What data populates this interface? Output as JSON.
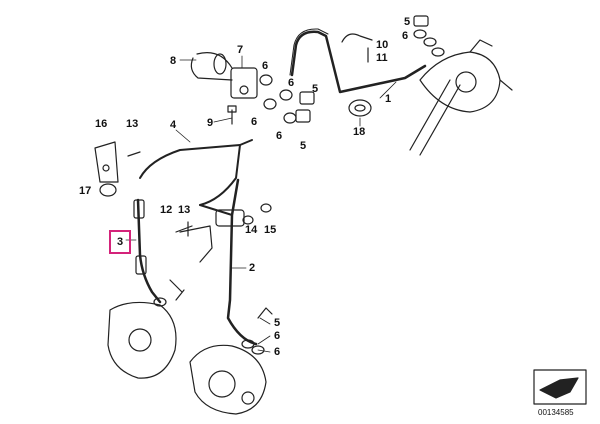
{
  "callouts": {
    "c1": "1",
    "c2": "2",
    "c3": "3",
    "c4": "4",
    "c5a": "5",
    "c5b": "5",
    "c5c": "5",
    "c5d": "5",
    "c6a": "6",
    "c6b": "6",
    "c6c": "6",
    "c6d": "6",
    "c6e": "6",
    "c6f": "6",
    "c6g": "6",
    "c7": "7",
    "c8": "8",
    "c9": "9",
    "c10": "10",
    "c11": "11",
    "c12": "12",
    "c13a": "13",
    "c13b": "13",
    "c14": "14",
    "c15": "15",
    "c16": "16",
    "c17": "17",
    "c18": "18"
  },
  "highlight": {
    "label": "3",
    "color": "#d4237a"
  },
  "catalog_number": "00134585",
  "icons": {
    "corner": "arrow-icon"
  }
}
